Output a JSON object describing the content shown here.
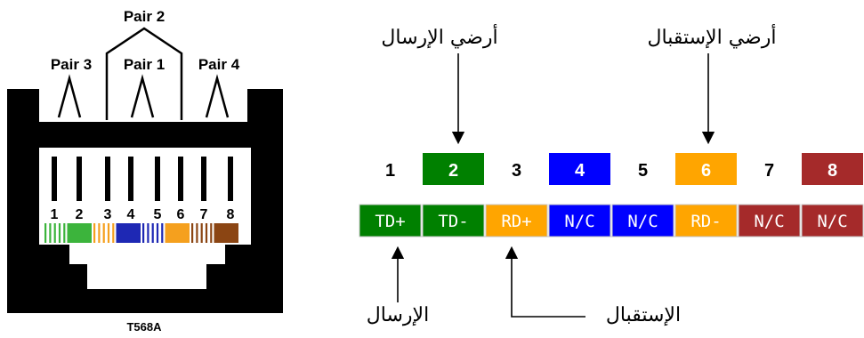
{
  "jack": {
    "pair_labels": [
      "Pair 2",
      "Pair 3",
      "Pair 1",
      "Pair 4"
    ],
    "pin_numbers": [
      "1",
      "2",
      "3",
      "4",
      "5",
      "6",
      "7",
      "8"
    ],
    "standard": "T568A",
    "colors": {
      "body": "#000000",
      "green": "#3cb43c",
      "orange": "#f5a01e",
      "blue": "#1e28b4",
      "brown": "#8b4513"
    }
  },
  "pinout": {
    "pins": [
      {
        "number": "1",
        "signal": "TD+",
        "number_bg": "#ffffff",
        "number_color": "#000000",
        "signal_bg": "#008000",
        "signal_color": "#ffffff"
      },
      {
        "number": "2",
        "signal": "TD-",
        "number_bg": "#008000",
        "number_color": "#ffffff",
        "signal_bg": "#008000",
        "signal_color": "#ffffff"
      },
      {
        "number": "3",
        "signal": "RD+",
        "number_bg": "#ffffff",
        "number_color": "#000000",
        "signal_bg": "#ffa500",
        "signal_color": "#ffffff"
      },
      {
        "number": "4",
        "signal": "N/C",
        "number_bg": "#0000ff",
        "number_color": "#ffffff",
        "signal_bg": "#0000ff",
        "signal_color": "#ffffff"
      },
      {
        "number": "5",
        "signal": "N/C",
        "number_bg": "#ffffff",
        "number_color": "#000000",
        "signal_bg": "#0000ff",
        "signal_color": "#ffffff"
      },
      {
        "number": "6",
        "signal": "RD-",
        "number_bg": "#ffa500",
        "number_color": "#ffffff",
        "signal_bg": "#ffa500",
        "signal_color": "#ffffff"
      },
      {
        "number": "7",
        "signal": "N/C",
        "number_bg": "#ffffff",
        "number_color": "#000000",
        "signal_bg": "#a52a2a",
        "signal_color": "#ffffff"
      },
      {
        "number": "8",
        "signal": "N/C",
        "number_bg": "#a52a2a",
        "number_color": "#ffffff",
        "signal_bg": "#a52a2a",
        "signal_color": "#ffffff"
      }
    ]
  },
  "annotations": {
    "tx_ground": "أرضي الإرسال",
    "rx_ground": "أرضي الإستقبال",
    "tx": "الإرسال",
    "rx": "الإستقبال"
  }
}
